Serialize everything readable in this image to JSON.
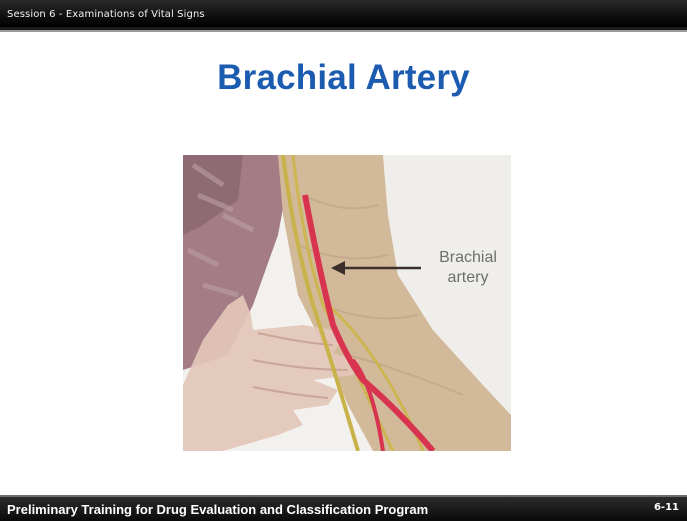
{
  "header": {
    "session_text": "Session 6 - Examinations of Vital Signs"
  },
  "slide": {
    "title": "Brachial Artery",
    "figure": {
      "label_line1": "Brachial",
      "label_line2": "artery"
    }
  },
  "footer": {
    "program_text": "Preliminary  Training for Drug Evaluation and Classification Program",
    "page_number": "6-11"
  },
  "colors": {
    "title": "#1b5bb0",
    "artery": "#d8344f",
    "nerve": "#c9b24a"
  }
}
